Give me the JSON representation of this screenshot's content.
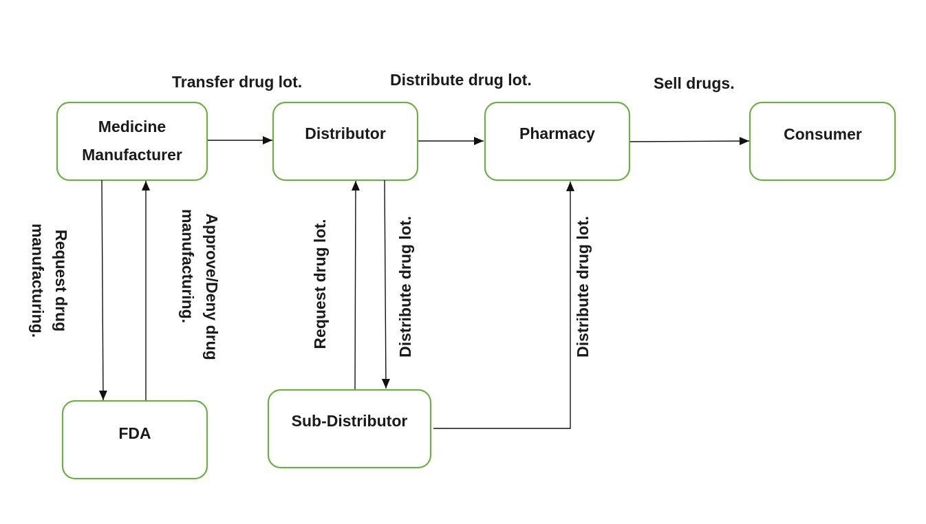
{
  "nodes": {
    "manufacturer": {
      "line1": "Medicine",
      "line2": "Manufacturer"
    },
    "distributor": {
      "label": "Distributor"
    },
    "pharmacy": {
      "label": "Pharmacy"
    },
    "consumer": {
      "label": "Consumer"
    },
    "fda": {
      "label": "FDA"
    },
    "sub_distributor": {
      "label": "Sub-Distributor"
    }
  },
  "edges": {
    "transfer_drug_lot": "Transfer drug lot.",
    "distribute_drug_lot_top": "Distribute drug lot.",
    "sell_drugs": "Sell drugs.",
    "request_drug_manufacturing": {
      "line1": "Request drug",
      "line2": "manufacturing."
    },
    "approve_deny_manufacturing": {
      "line1": "Approve/Deny drug",
      "line2": "manufacturing."
    },
    "request_drug_lot": "Request drug lot.",
    "distribute_drug_lot_down": "Distribute drug lot.",
    "distribute_drug_lot_sub": "Distribute drug lot."
  },
  "colors": {
    "box_border": "#70ad47",
    "arrow": "#111111",
    "text": "#1a1a1a"
  }
}
